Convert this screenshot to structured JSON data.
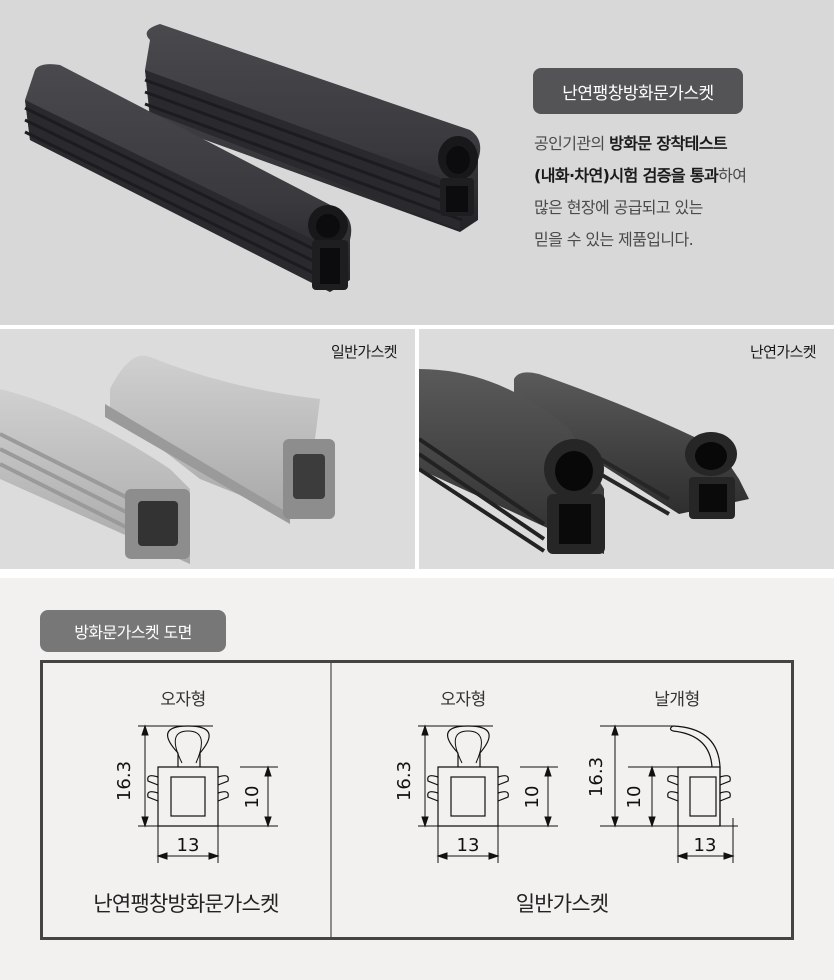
{
  "hero": {
    "badge": "난연팽창방화문가스켓",
    "description_lines": [
      [
        {
          "t": "공인기관의 ",
          "b": false
        },
        {
          "t": "방화문 장착테스트",
          "b": true
        }
      ],
      [
        {
          "t": "(내화·차연)시험 검증을 통과",
          "b": true
        },
        {
          "t": "하여",
          "b": false
        }
      ],
      [
        {
          "t": "많은 현장에 공급되고 있는",
          "b": false
        }
      ],
      [
        {
          "t": "믿을 수 있는 제품입니다.",
          "b": false
        }
      ]
    ],
    "image": "black-fire-gasket-pair-photo"
  },
  "comparison": {
    "left": {
      "label": "일반가스켓",
      "image": "gray-general-gasket-photo"
    },
    "right": {
      "label": "난연가스켓",
      "image": "black-flame-retardant-gasket-photo"
    }
  },
  "drawings": {
    "badge": "방화문가스켓 도면",
    "diagrams": [
      {
        "title": "오자형",
        "height": "16.3",
        "inner": "10",
        "width": "13"
      },
      {
        "title": "오자형",
        "height": "16.3",
        "inner": "10",
        "width": "13"
      },
      {
        "title": "날개형",
        "height": "16.3",
        "inner": "10",
        "width": "13"
      }
    ],
    "groups": [
      "난연팽창방화문가스켓",
      "일반가스켓"
    ]
  },
  "colors": {
    "hero_bg": "#d9d8d9",
    "hero_badge": "#545356",
    "spec_bg": "#f2f1ef",
    "spec_badge": "#777777",
    "frame": "#444444"
  }
}
